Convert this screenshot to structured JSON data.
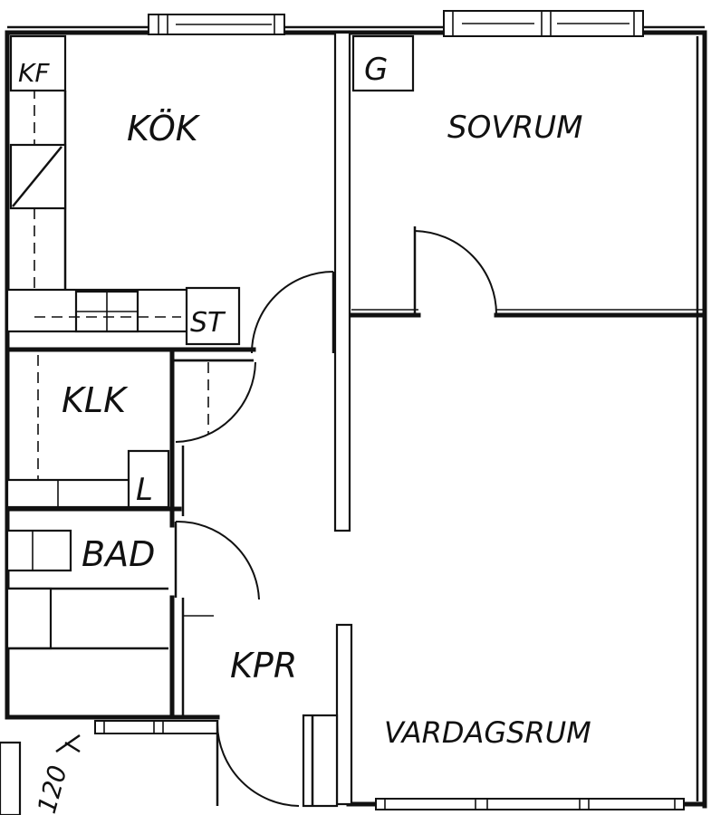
{
  "rooms": {
    "kok": "KÖK",
    "sovrum": "SOVRUM",
    "klk": "KLK",
    "bad": "BAD",
    "kpr": "KPR",
    "vardagsrum": "VARDAGSRUM"
  },
  "fixtures": {
    "kf": "KF",
    "g": "G",
    "st": "ST",
    "l": "L"
  },
  "dimension": "120"
}
